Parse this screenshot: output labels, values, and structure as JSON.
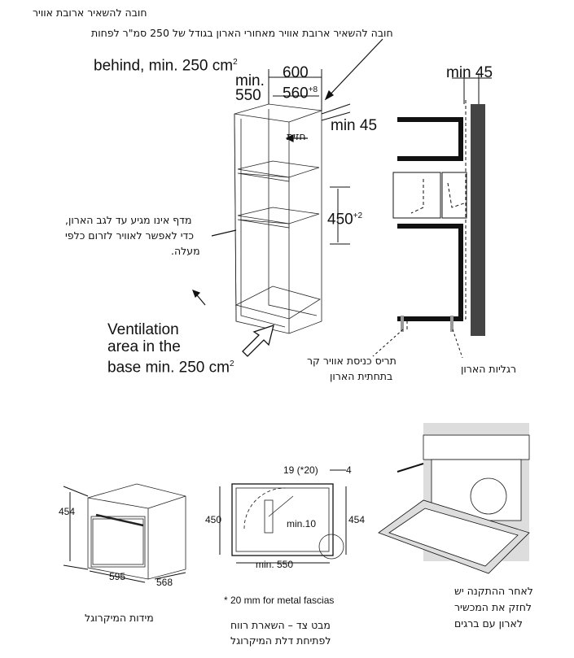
{
  "top_labels": {
    "air_gap_required": "חובה להשאיר ארובת אוויר",
    "rear_air_gap_note": "חובה להשאיר ארובת אוויר מאחורי הארון בגודל של 250 סמ\"ר לפחות",
    "behind_area": "behind, min. 250 cm",
    "behind_sup": "2",
    "min_label": "min.",
    "min_550": "550",
    "dim_600": "600",
    "dim_560": "560",
    "dim_560_sup": "+8",
    "min_45_cabinet": "min 45",
    "front_label": "חזית",
    "dim_450": "450",
    "dim_450_sup": "+2",
    "shelf_note": [
      "מדף אינו מגיע עד לגב הארון,",
      "כדי לאפשר לאוויר לזרום כלפי",
      "מעלה."
    ],
    "ventilation": [
      "Ventilation",
      "area in the",
      "base min. 250 cm"
    ],
    "ventilation_sup": "2",
    "min_45_side": "min 45",
    "cold_air_inlet": [
      "תריס כניסת אוויר קר",
      "בתחתית הארון"
    ],
    "cabinet_legs": "רגליות הארון"
  },
  "bottom_labels": {
    "dim_454_left": "454",
    "dim_595": "595",
    "dim_568": "568",
    "microwave_dimensions": "מידות המיקרוגל",
    "dim_19": "19 (*20)",
    "dim_4": "4",
    "dim_450_side": "450",
    "dim_454_side": "454",
    "min_10": "min.10",
    "min_550_side": "min. 550",
    "metal_fascia_note": "* 20 mm for metal fascias",
    "side_view_note": [
      "מבט צד – השארת רווח",
      "לפתיחת דלת המיקרוגל"
    ],
    "install_note": [
      "לאחר ההתקנה יש",
      "לחזק את המכשיר",
      "לארון עם ברגים"
    ]
  }
}
